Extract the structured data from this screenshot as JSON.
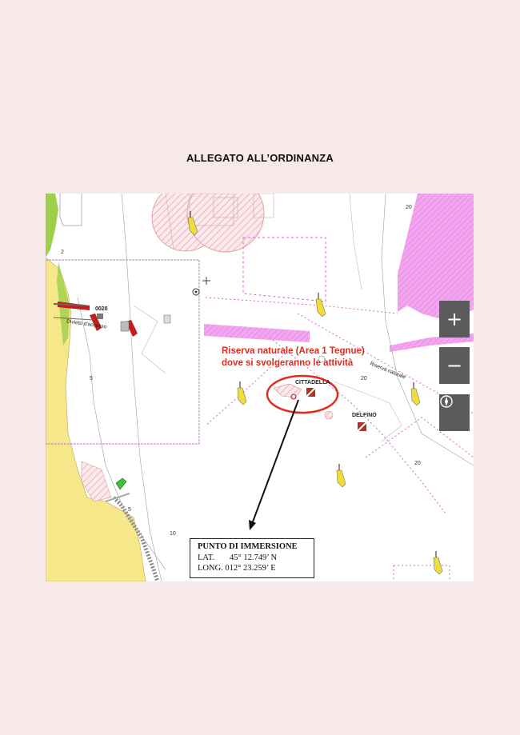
{
  "page": {
    "title": "ALLEGATO ALL’ORDINANZA"
  },
  "map": {
    "reserve_label": {
      "line1": "Riserva naturale (Area 1 Tegnue)",
      "line2": "dove si svolgeranno le attività"
    },
    "places": {
      "cittadella": "CITTADELLA",
      "delfino": "DELFINO",
      "code_0020": "0020",
      "divieto": "Divieto d'accesso",
      "riserva_naturale": "Riserva naturale"
    },
    "depths": [
      "20",
      "20",
      "20",
      "5",
      "5",
      "10",
      "2"
    ],
    "controls": {
      "zoom_in": "+",
      "zoom_out": "−",
      "compass_icon": "compass-icon"
    },
    "dive_point": {
      "title": "PUNTO DI IMMERSIONE",
      "lat_label": "LAT.",
      "lat_value": "45° 12.749’ N",
      "long_label": "LONG.",
      "long_value": "012° 23.259’ E"
    },
    "colors": {
      "land": "#f6e88a",
      "green_strip": "#9ccf4a",
      "restricted_pink": "#f0a0f0",
      "red_annotation": "#e02b1d",
      "control_bg": "#5b5b5b"
    }
  }
}
